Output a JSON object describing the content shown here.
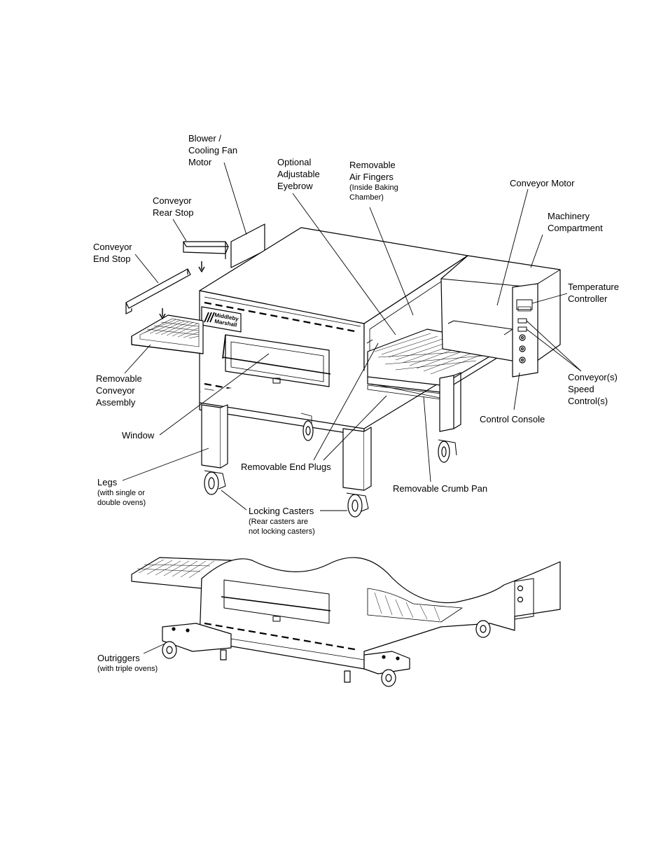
{
  "labels": {
    "blower": [
      "Blower /",
      "Cooling Fan",
      "Motor"
    ],
    "eyebrow": [
      "Optional",
      "Adjustable",
      "Eyebrow"
    ],
    "air_fingers": [
      "Removable",
      "Air Fingers"
    ],
    "air_fingers_note": [
      "(Inside Baking",
      "Chamber)"
    ],
    "conveyor_motor": "Conveyor Motor",
    "rear_stop": [
      "Conveyor",
      "Rear Stop"
    ],
    "machinery": [
      "Machinery",
      "Compartment"
    ],
    "end_stop": [
      "Conveyor",
      "End Stop"
    ],
    "temp_controller": [
      "Temperature",
      "Controller"
    ],
    "conveyor_assembly": [
      "Removable",
      "Conveyor",
      "Assembly"
    ],
    "speed_controls": [
      "Conveyor(s)",
      "Speed",
      "Control(s)"
    ],
    "control_console": "Control Console",
    "window": "Window",
    "end_plugs": "Removable End Plugs",
    "legs": "Legs",
    "legs_note": [
      "(with single or",
      "double ovens)"
    ],
    "crumb_pan": "Removable Crumb Pan",
    "locking_casters": "Locking Casters",
    "locking_casters_note": [
      "(Rear casters are",
      "not locking casters)"
    ],
    "outriggers": "Outriggers",
    "outriggers_note": "(with triple ovens)"
  },
  "logo": [
    "Middleby",
    "Marshall"
  ]
}
